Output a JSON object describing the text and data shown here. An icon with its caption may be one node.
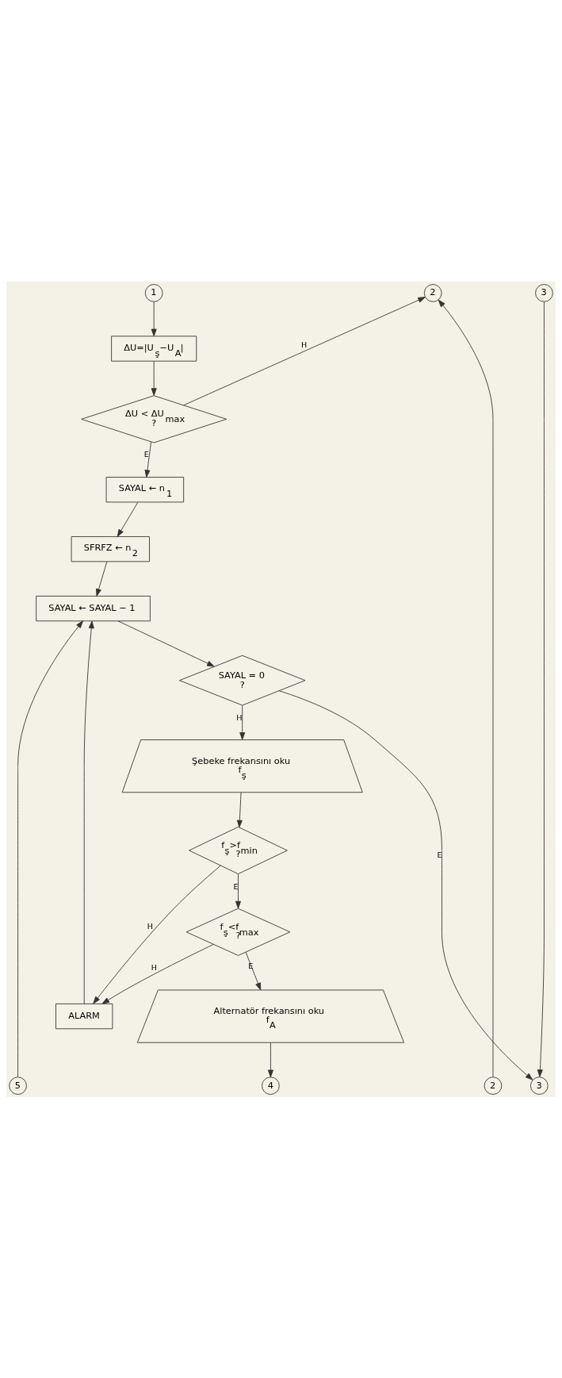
{
  "diagram": {
    "nodes": [
      {
        "text": [
          "1"
        ]
      },
      {
        "text": [
          "2"
        ]
      },
      {
        "text": [
          "3"
        ]
      },
      {
        "text": [
          "ΔU=|U$_{ş}$−U$_{A}$|"
        ]
      },
      {
        "text": [
          "ΔU < ΔU$_{max}$",
          "?"
        ]
      },
      {
        "text": [
          "SAYAL ← n$_{1}$"
        ]
      },
      {
        "text": [
          "SFRFZ ← n$_{2}$"
        ]
      },
      {
        "text": [
          "SAYAL ← SAYAL − 1"
        ]
      },
      {
        "text": [
          "ALARM"
        ]
      },
      {
        "text": [
          "SAYAL = 0",
          "?"
        ]
      },
      {
        "text": [
          "Şebeke frekansını oku",
          "f$_{ş}$"
        ]
      },
      {
        "text": [
          "f$_{ş}$>f$_{min}$",
          "?"
        ]
      },
      {
        "text": [
          "f$_{ş}$<f$_{max}$",
          "?"
        ]
      },
      {
        "text": [
          "Alternatör frekansını oku",
          "f$_{A}$"
        ]
      },
      {
        "text": [
          "4"
        ]
      },
      {
        "text": [
          "2"
        ]
      },
      {
        "text": [
          "5"
        ]
      },
      {
        "text": [
          "3"
        ]
      }
    ],
    "edges": [
      {
        "from": 0,
        "to": 3,
        "arrow": "to"
      },
      {
        "from": 3,
        "to": 4,
        "arrow": "to"
      },
      {
        "from": 4,
        "to": 5,
        "arrow": "to",
        "label": "E"
      },
      {
        "from": 4,
        "to": 1,
        "arrow": "to",
        "label": "H"
      },
      {
        "from": 5,
        "to": 6,
        "arrow": "to"
      },
      {
        "from": 6,
        "to": 7,
        "arrow": "to"
      },
      {
        "from": 7,
        "to": 9,
        "arrow": "to"
      },
      {
        "from": 9,
        "to": 10,
        "arrow": "to",
        "label": "H"
      },
      {
        "from": 9,
        "to": 17,
        "arrow": "to",
        "label": "E"
      },
      {
        "from": 10,
        "to": 11,
        "arrow": "to"
      },
      {
        "from": 11,
        "to": 12,
        "arrow": "to",
        "label": "E"
      },
      {
        "from": 11,
        "to": 8,
        "arrow": "to",
        "label": "H"
      },
      {
        "from": 12,
        "to": 13,
        "arrow": "to",
        "label": "E"
      },
      {
        "from": 12,
        "to": 8,
        "arrow": "to",
        "label": "H"
      },
      {
        "from": 13,
        "to": 14,
        "arrow": "to"
      },
      {
        "from": 8,
        "to": 7,
        "arrow": "to"
      },
      {
        "from": 16,
        "to": 7,
        "arrow": "to"
      },
      {
        "from": 15,
        "to": 1,
        "arrow": "to"
      },
      {
        "from": 2,
        "to": 17,
        "arrow": "to"
      }
    ]
  }
}
